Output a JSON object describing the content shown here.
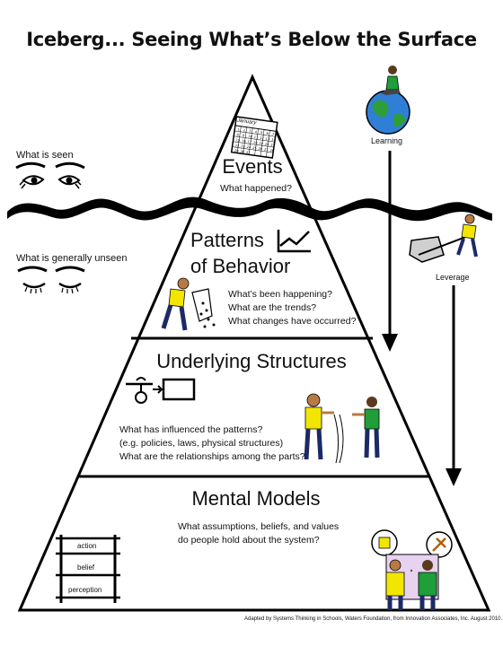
{
  "title": "Iceberg... Seeing What’s Below the Surface",
  "side": {
    "seen": "What is seen",
    "unseen": "What is generally unseen",
    "learning": "Learning",
    "leverage": "Leverage"
  },
  "calendar": {
    "month": "January",
    "days": [
      "1",
      "2",
      "3",
      "4",
      "5",
      "6",
      "7",
      "8",
      "9",
      "10",
      "11",
      "12",
      "13",
      "14",
      "15",
      "16",
      "17",
      "18",
      "19",
      "20",
      "21",
      "22",
      "23",
      "24",
      "25",
      "26",
      "27",
      "28",
      "29",
      "30",
      "31"
    ]
  },
  "events": {
    "title": "Events",
    "question": "What happened?"
  },
  "patterns": {
    "title_line1": "Patterns",
    "title_line2": "of Behavior",
    "questions": [
      "What’s been happening?",
      "What are the trends?",
      "What changes have occurred?"
    ]
  },
  "structures": {
    "title": "Underlying Structures",
    "questions": [
      "What has influenced the patterns?",
      "(e.g. policies, laws, physical structures)",
      "What are the relationships among the parts?"
    ]
  },
  "mental": {
    "title": "Mental Models",
    "questions": [
      "What assumptions, beliefs, and values",
      "do people hold about the system?"
    ],
    "ladder": [
      "action",
      "belief",
      "perception"
    ]
  },
  "footer": "Adapted by Systems Thinking in Schools, Waters Foundation, from Innovation Associates, Inc.  August 2010.",
  "colors": {
    "lines": "#000000",
    "shirt_yellow": "#f2e600",
    "shirt_green": "#1f9e3a",
    "globe": "#2f7fd6",
    "skin": "#b87a45"
  }
}
